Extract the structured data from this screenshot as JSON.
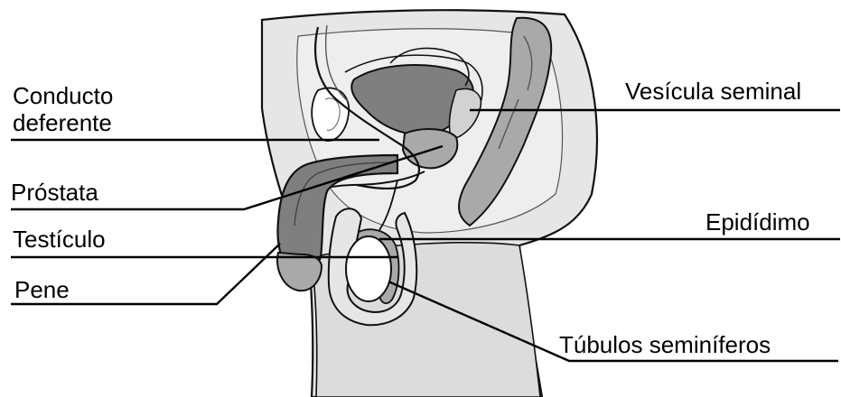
{
  "labels": {
    "conducto_line1": "Conducto",
    "conducto_line2": "deferente",
    "prostata": "Próstata",
    "testiculo": "Testículo",
    "pene": "Pene",
    "vesicula": "Vesícula seminal",
    "epididimo": "Epidídimo",
    "tubulos": "Túbulos seminíferos"
  },
  "colors": {
    "outline": "#111111",
    "body_fill": "#e6e6e6",
    "body_fill_light": "#eeeeee",
    "organ_mid": "#a9a9a9",
    "organ_dark": "#7f7f7f",
    "organ_light": "#d2d2d2",
    "white": "#ffffff",
    "label_line": "#000000"
  }
}
